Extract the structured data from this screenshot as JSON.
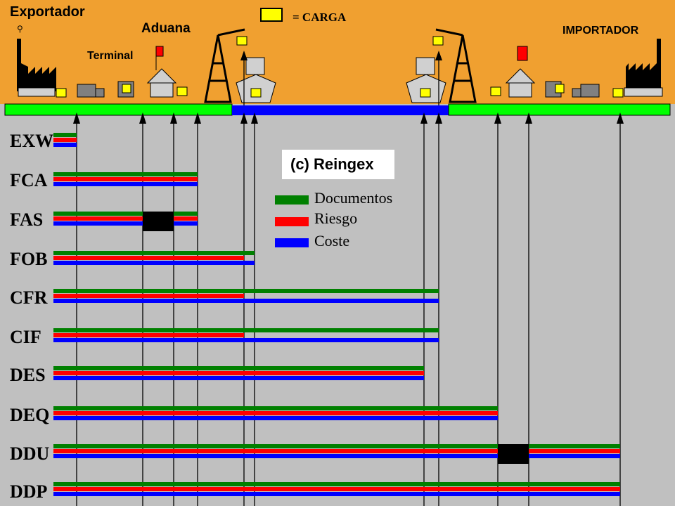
{
  "header": {
    "exportador": "Exportador",
    "aduana": "Aduana",
    "terminal": "Terminal",
    "importador": "IMPORTADOR",
    "carga_legend": "= CARGA"
  },
  "credit": "(c) Reingex",
  "legend": [
    {
      "label": "Documentos",
      "color": "#008000"
    },
    {
      "label": "Riesgo",
      "color": "#ff0000"
    },
    {
      "label": "Coste",
      "color": "#0000ff"
    }
  ],
  "colors": {
    "background": "#c0c0c0",
    "sky": "#f0a030",
    "land": "#00ff00",
    "sea": "#0000ff",
    "cargo": "#ffff00",
    "flag": "#ff0000",
    "documentos": "#008000",
    "riesgo": "#ff0000",
    "coste": "#0000ff"
  },
  "terms": [
    {
      "code": "EXW"
    },
    {
      "code": "FCA"
    },
    {
      "code": "FAS"
    },
    {
      "code": "FOB"
    },
    {
      "code": "CFR"
    },
    {
      "code": "CIF"
    },
    {
      "code": "DES"
    },
    {
      "code": "DEQ"
    },
    {
      "code": "DDU"
    },
    {
      "code": "DDP"
    }
  ]
}
